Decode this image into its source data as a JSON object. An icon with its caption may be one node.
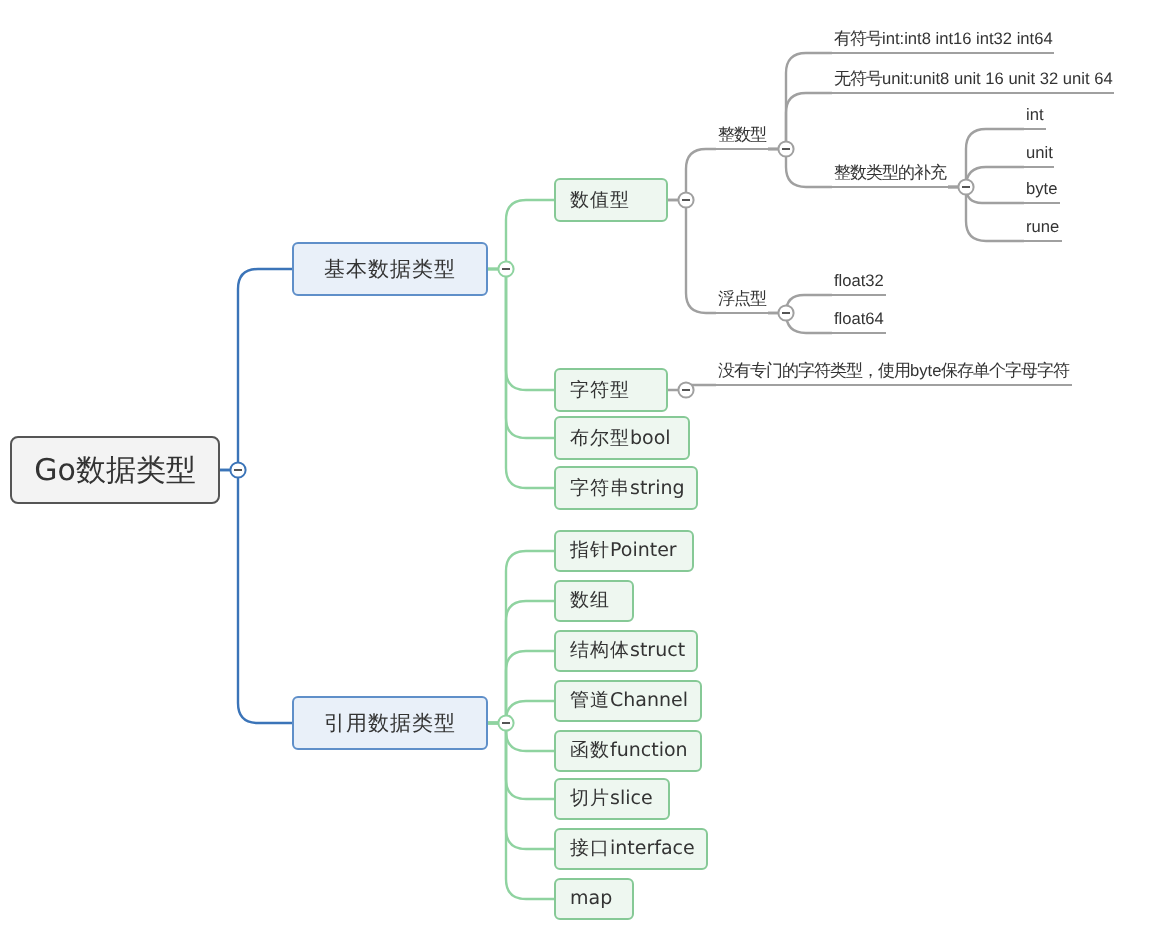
{
  "diagram": {
    "nodes": [
      {
        "text": [
          "Go数据类型"
        ]
      },
      {
        "text": [
          "基本数据类型"
        ]
      },
      {
        "text": [
          "引用数据类型"
        ]
      },
      {
        "text": [
          "数值型"
        ]
      },
      {
        "text": [
          "字符型"
        ]
      },
      {
        "text": [
          "布尔型bool"
        ]
      },
      {
        "text": [
          "字符串string"
        ]
      },
      {
        "text": [
          "指针Pointer"
        ]
      },
      {
        "text": [
          "数组"
        ]
      },
      {
        "text": [
          "结构体struct"
        ]
      },
      {
        "text": [
          "管道Channel"
        ]
      },
      {
        "text": [
          "函数function"
        ]
      },
      {
        "text": [
          "切片slice"
        ]
      },
      {
        "text": [
          "接口interface"
        ]
      },
      {
        "text": [
          "map"
        ]
      },
      {
        "text": [
          "整数型"
        ]
      },
      {
        "text": [
          "浮点型"
        ]
      },
      {
        "text": [
          "没有专门的字符类型，使用byte保存单个字母字符"
        ]
      },
      {
        "text": [
          "有符号int:int8 int16 int32 int64"
        ]
      },
      {
        "text": [
          "无符号unit:unit8 unit 16 unit 32 unit 64"
        ]
      },
      {
        "text": [
          "整数类型的补充"
        ]
      },
      {
        "text": [
          "float32"
        ]
      },
      {
        "text": [
          "float64"
        ]
      },
      {
        "text": [
          "int"
        ]
      },
      {
        "text": [
          "unit"
        ]
      },
      {
        "text": [
          "byte"
        ]
      },
      {
        "text": [
          "rune"
        ]
      }
    ],
    "edges": [
      {
        "from": 0,
        "to": 1,
        "arrow": "none",
        "color": "#3b74b8"
      },
      {
        "from": 0,
        "to": 2,
        "arrow": "none",
        "color": "#3b74b8"
      },
      {
        "from": 1,
        "to": 3,
        "arrow": "none"
      },
      {
        "from": 1,
        "to": 4,
        "arrow": "none"
      },
      {
        "from": 1,
        "to": 5,
        "arrow": "none"
      },
      {
        "from": 1,
        "to": 6,
        "arrow": "none"
      },
      {
        "from": 2,
        "to": 7,
        "arrow": "none"
      },
      {
        "from": 2,
        "to": 8,
        "arrow": "none"
      },
      {
        "from": 2,
        "to": 9,
        "arrow": "none"
      },
      {
        "from": 2,
        "to": 10,
        "arrow": "none"
      },
      {
        "from": 2,
        "to": 11,
        "arrow": "none"
      },
      {
        "from": 2,
        "to": 12,
        "arrow": "none"
      },
      {
        "from": 2,
        "to": 13,
        "arrow": "none"
      },
      {
        "from": 2,
        "to": 14,
        "arrow": "none"
      },
      {
        "from": 3,
        "to": 15,
        "arrow": "none",
        "color": "#a0a0a0"
      },
      {
        "from": 3,
        "to": 16,
        "arrow": "none",
        "color": "#a0a0a0"
      },
      {
        "from": 4,
        "to": 17,
        "arrow": "none",
        "color": "#a0a0a0"
      },
      {
        "from": 15,
        "to": 18,
        "arrow": "none",
        "color": "#a0a0a0"
      },
      {
        "from": 15,
        "to": 19,
        "arrow": "none",
        "color": "#a0a0a0"
      },
      {
        "from": 15,
        "to": 20,
        "arrow": "none",
        "color": "#a0a0a0"
      },
      {
        "from": 16,
        "to": 21,
        "arrow": "none",
        "color": "#a0a0a0"
      },
      {
        "from": 16,
        "to": 22,
        "arrow": "none",
        "color": "#a0a0a0"
      },
      {
        "from": 20,
        "to": 23,
        "arrow": "none",
        "color": "#a0a0a0"
      },
      {
        "from": 20,
        "to": 24,
        "arrow": "none",
        "color": "#a0a0a0"
      },
      {
        "from": 20,
        "to": 25,
        "arrow": "none",
        "color": "#a0a0a0"
      },
      {
        "from": 20,
        "to": 26,
        "arrow": "none",
        "color": "#a0a0a0"
      }
    ]
  }
}
